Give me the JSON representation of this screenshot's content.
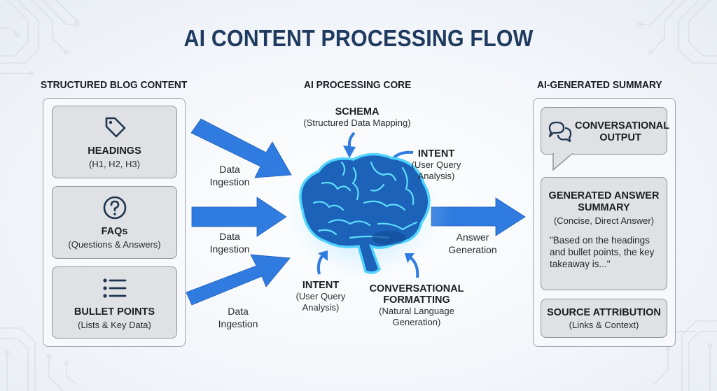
{
  "title": "AI CONTENT PROCESSING FLOW",
  "colors": {
    "arrow_blue": "#2f7be0",
    "title_navy": "#1f3a5f",
    "card_fill": "#dfe1e4",
    "icon_navy": "#1f3550",
    "brain_glow": "#39c6ff"
  },
  "columns": {
    "input": {
      "heading": "STRUCTURED BLOG CONTENT",
      "cards": [
        {
          "icon": "tag-icon",
          "title": "HEADINGS",
          "subtitle": "(H1, H2, H3)"
        },
        {
          "icon": "question-circle-icon",
          "title": "FAQs",
          "subtitle": "(Questions & Answers)"
        },
        {
          "icon": "bullet-list-icon",
          "title": "BULLET POINTS",
          "subtitle": "(Lists & Key Data)"
        }
      ]
    },
    "core": {
      "heading": "AI PROCESSING CORE",
      "icon": "brain-icon",
      "inputs": [
        {
          "title": "SCHEMA",
          "subtitle": "(Structured Data Mapping)"
        },
        {
          "title": "INTENT",
          "subtitle_lines": [
            "(User Query",
            "Analysis)"
          ]
        },
        {
          "title": "INTENT",
          "subtitle_lines": [
            "(User Query",
            "Analysis)"
          ]
        },
        {
          "title_lines": [
            "CONVERSATIONAL",
            "FORMATTING"
          ],
          "subtitle_lines": [
            "(Natural Language",
            "Generation)"
          ]
        }
      ]
    },
    "output": {
      "heading": "AI-GENERATED SUMMARY",
      "cards": [
        {
          "icon": "chat-bubbles-icon",
          "title_lines": [
            "CONVERSATIONAL",
            "OUTPUT"
          ]
        },
        {
          "title_lines": [
            "GENERATED ANSWER",
            "SUMMARY"
          ],
          "subtitle": "(Concise, Direct Answer)",
          "quote_lines": [
            "\"Based on the headings",
            "and bullet points, the key",
            "takeaway is...\""
          ]
        },
        {
          "title": "SOURCE ATTRIBUTION",
          "subtitle": "(Links & Context)"
        }
      ]
    }
  },
  "flows": {
    "ingestion": [
      {
        "lines": [
          "Data",
          "Ingestion"
        ]
      },
      {
        "lines": [
          "Data",
          "Ingestion"
        ]
      },
      {
        "lines": [
          "Data",
          "Ingestion"
        ]
      }
    ],
    "generation": {
      "lines": [
        "Answer",
        "Generation"
      ]
    }
  }
}
